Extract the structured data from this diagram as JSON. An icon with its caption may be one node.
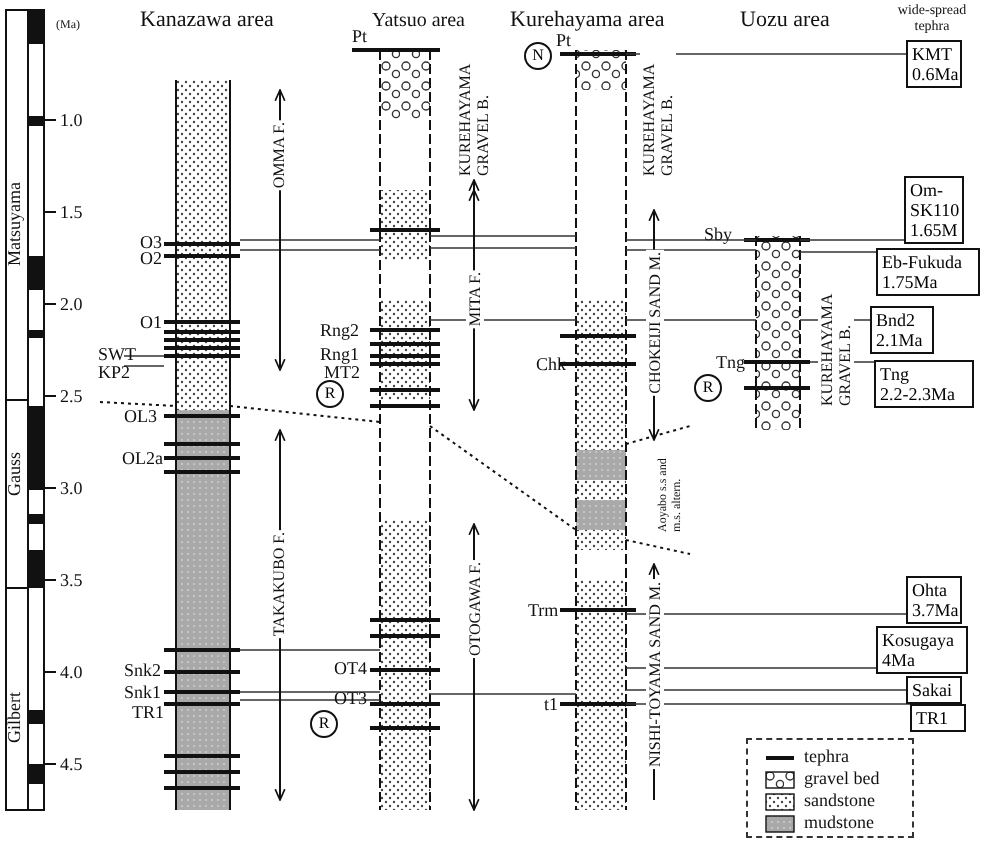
{
  "diagram": {
    "nodes": [
      {
        "text": [
          "KMT",
          "0.6Ma"
        ]
      },
      {
        "text": [
          "Om-SK110",
          "1.65M"
        ]
      },
      {
        "text": [
          "Eb-Fukuda",
          "1.75Ma"
        ]
      },
      {
        "text": [
          "Bnd2",
          "2.1Ma"
        ]
      },
      {
        "text": [
          "Tng",
          "2.2-2.3Ma"
        ]
      },
      {
        "text": [
          "Ohta",
          "3.7Ma"
        ]
      },
      {
        "text": [
          "Kosugaya",
          "4Ma"
        ]
      },
      {
        "text": [
          "Sakai"
        ]
      },
      {
        "text": [
          "TR1"
        ]
      },
      {
        "text": [
          "N"
        ]
      },
      {
        "text": [
          "R"
        ]
      },
      {
        "text": [
          "R"
        ]
      },
      {
        "text": [
          "R"
        ]
      }
    ],
    "edges": [],
    "labels": [
      "(Ma)",
      "Kanazawa area",
      "Yatsuo area",
      "Kurehayama area",
      "Uozu area",
      "wide-spread tephra",
      "1.0",
      "1.5",
      "2.0",
      "2.5",
      "3.0",
      "3.5",
      "4.0",
      "4.5",
      "Matsuyama",
      "Gauss",
      "Gilbert",
      "O3",
      "O2",
      "O1",
      "SWT",
      "KP2",
      "OL3",
      "OL2a",
      "Snk2",
      "Snk1",
      "TR1",
      "Pt",
      "Rng2",
      "Rng1",
      "MT2",
      "OT4",
      "OT3",
      "Pt",
      "Chk",
      "Trm",
      "t1",
      "Sby",
      "Tng",
      "OMMA F.",
      "TAKAKUBO F.",
      "KUREHAYAMA GRAVEL B.",
      "MITA F.",
      "OTOGAWA F.",
      "KUREHAYAMA GRAVEL B.",
      "CHOKEIJI SAND M.",
      "Aoyabo s.s and m.s. altern.",
      "NISHI-TOYAMA SAND M.",
      "KUREHAYAMA GRAVEL B."
    ],
    "legend": [
      {
        "text": "tephra"
      },
      {
        "text": "gravel bed"
      },
      {
        "text": "sandstone"
      },
      {
        "text": "mudstone"
      }
    ]
  }
}
